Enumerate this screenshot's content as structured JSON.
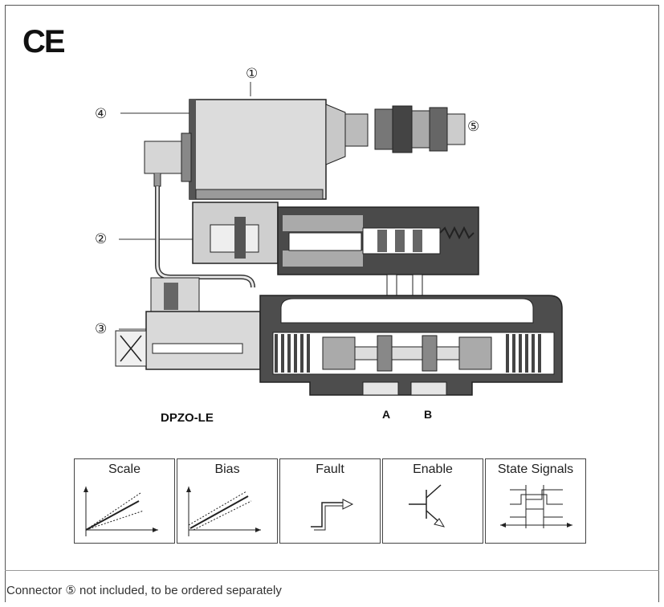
{
  "ce_mark": "CE",
  "callouts": {
    "c1": "①",
    "c2": "②",
    "c3": "③",
    "c4": "④",
    "c5": "⑤"
  },
  "model": "DPZO-LE",
  "ports": {
    "a": "A",
    "b": "B"
  },
  "function_boxes": [
    {
      "title": "Scale"
    },
    {
      "title": "Bias"
    },
    {
      "title": "Fault"
    },
    {
      "title": "Enable"
    },
    {
      "title": "State Signals"
    }
  ],
  "footnote": "Connector ⑤ not included, to be ordered separately"
}
